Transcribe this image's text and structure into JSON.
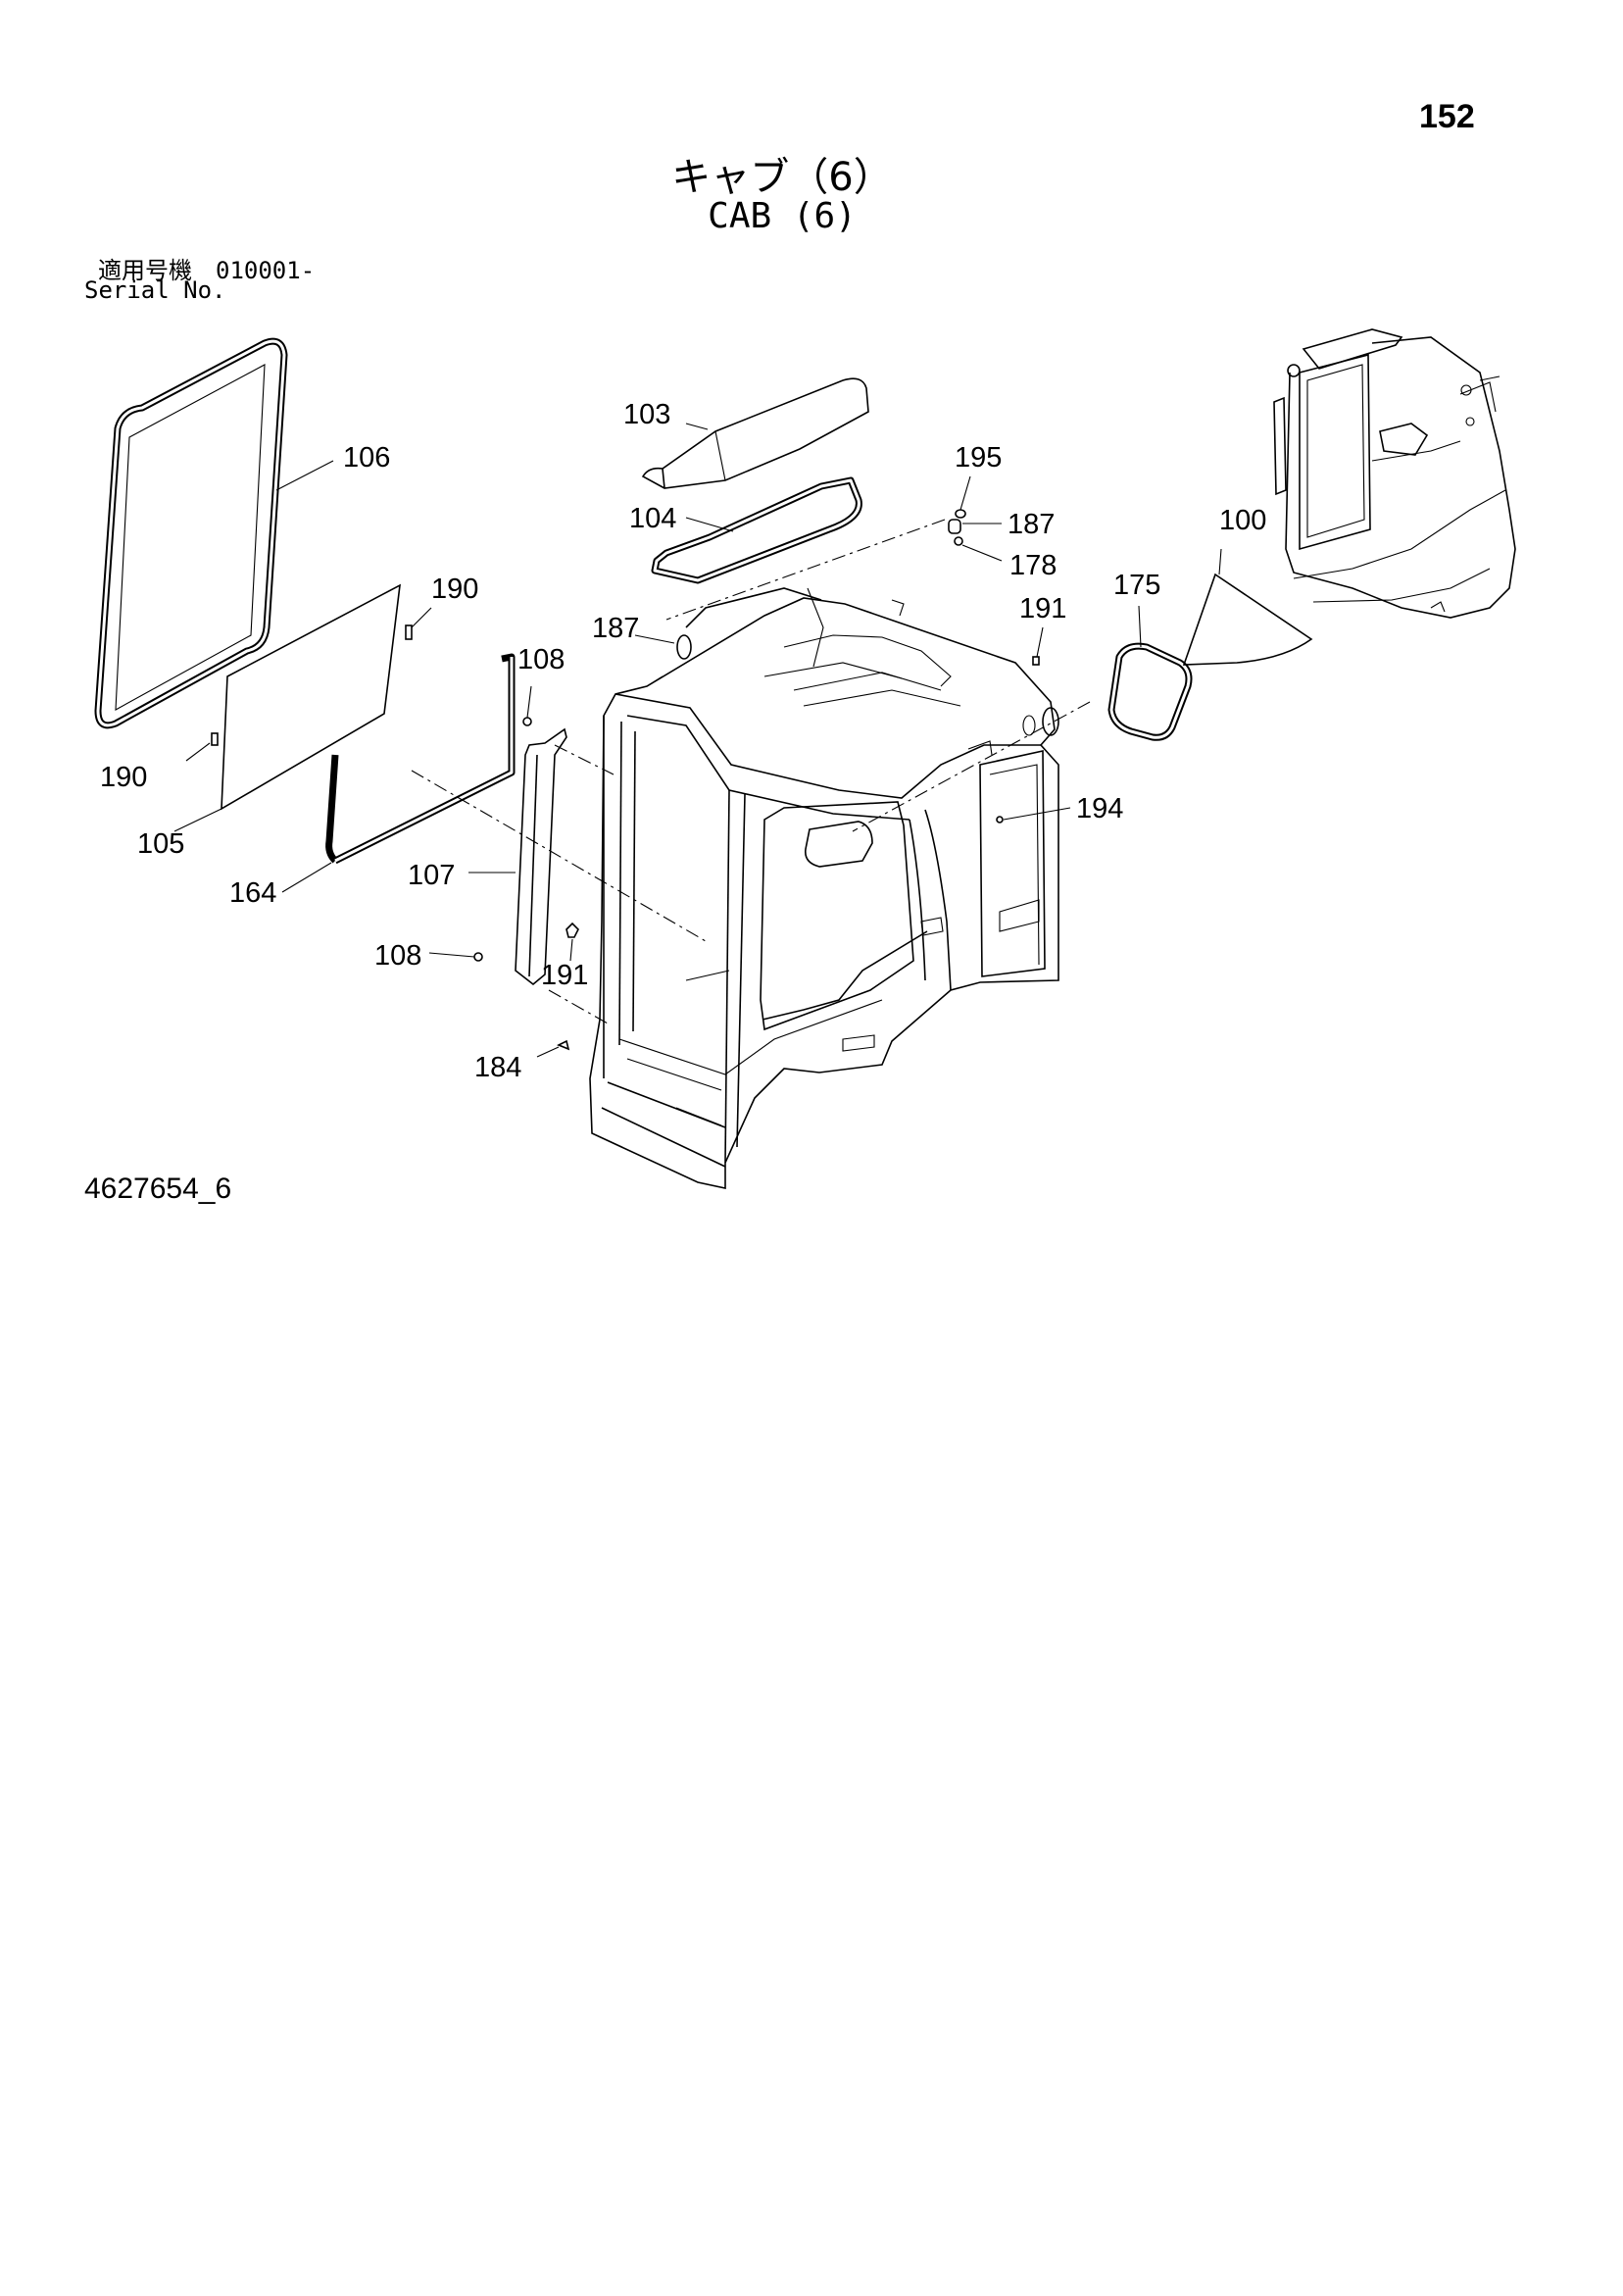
{
  "page_number": "152",
  "title_jp": "キャブ（6）",
  "title_en": "CAB (6)",
  "serial_label_jp": "適用号機　010001-",
  "serial_label_en": "Serial No.",
  "drawing_number": "4627654_6",
  "callouts": {
    "c100": "100",
    "c103": "103",
    "c104": "104",
    "c105": "105",
    "c106": "106",
    "c107": "107",
    "c108a": "108",
    "c108b": "108",
    "c164": "164",
    "c175": "175",
    "c178": "178",
    "c184": "184",
    "c187a": "187",
    "c187b": "187",
    "c190a": "190",
    "c190b": "190",
    "c191a": "191",
    "c191b": "191",
    "c194": "194",
    "c195": "195"
  }
}
